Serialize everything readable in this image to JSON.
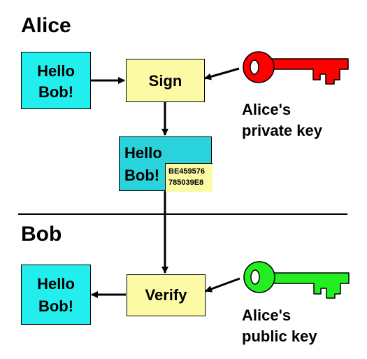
{
  "alice": {
    "title": "Alice",
    "message": [
      "Hello",
      "Bob!"
    ],
    "sign_label": "Sign",
    "signed_message": [
      "Hello",
      "Bob!"
    ],
    "signature": [
      "BE459576",
      "785039E8"
    ],
    "key_label": [
      "Alice's",
      "private key"
    ]
  },
  "bob": {
    "title": "Bob",
    "message": [
      "Hello",
      "Bob!"
    ],
    "verify_label": "Verify",
    "key_label": [
      "Alice's",
      "public key"
    ]
  },
  "colors": {
    "message_box": "#22eeee",
    "process_box": "#fdfaa5",
    "signed_box": "#2ad3dc",
    "private_key": "#ff0000",
    "public_key": "#22ee22",
    "divider": "#000000"
  },
  "icons": [
    "private-key-icon",
    "public-key-icon"
  ]
}
